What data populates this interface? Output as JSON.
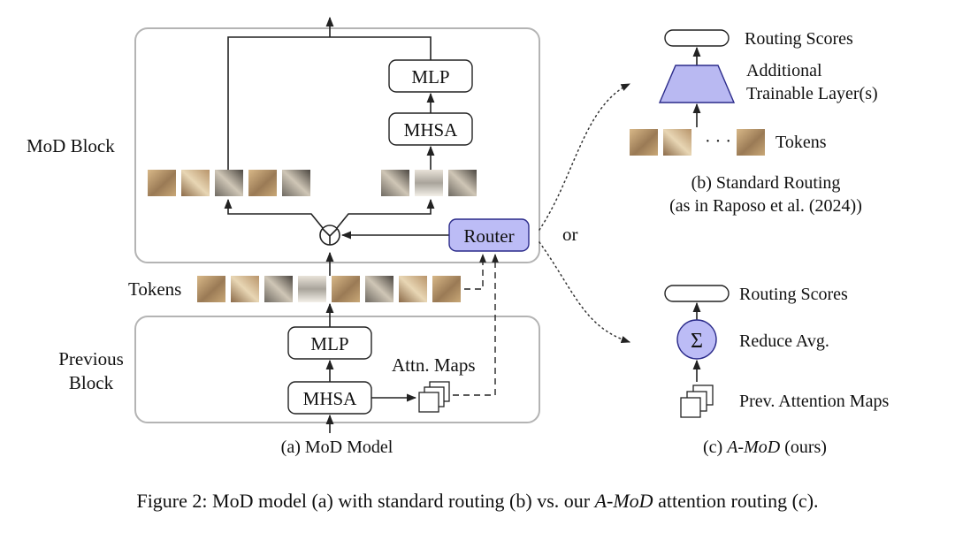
{
  "left": {
    "mod_block_label": "MoD Block",
    "previous_block_label_line1": "Previous",
    "previous_block_label_line2": "Block",
    "tokens_label": "Tokens",
    "mlp_label": "MLP",
    "mhsa_label": "MHSA",
    "router_label": "Router",
    "attn_maps_label": "Attn. Maps",
    "caption": "(a) MoD Model"
  },
  "or_label": "or",
  "standard": {
    "routing_scores_label": "Routing Scores",
    "layer_label_line1": "Additional",
    "layer_label_line2": "Trainable Layer(s)",
    "ellipsis": "· · ·",
    "tokens_label": "Tokens",
    "caption_line1": "(b) Standard Routing",
    "caption_line2": "(as in Raposo et al. (2024))"
  },
  "amod": {
    "routing_scores_label": "Routing Scores",
    "sum_symbol": "Σ",
    "reduce_label": "Reduce Avg.",
    "prev_maps_label": "Prev. Attention Maps",
    "caption_prefix": "(c) ",
    "caption_em": "A-MoD",
    "caption_suffix": " (ours)"
  },
  "figure_caption": {
    "prefix": "Figure 2: MoD model (a) with standard routing (b) vs. our ",
    "em": "A-MoD",
    "suffix": " attention routing (c)."
  },
  "colors": {
    "router_fill": "#bcbcf6",
    "router_stroke": "#2b2b8a",
    "layer_fill": "#b9b9f2",
    "frame_stroke": "#b4b4b4"
  },
  "icons": {
    "token_tile": "cat-image-patch-icon",
    "router_merge": "merge-circle-icon",
    "attention_maps": "stacked-maps-icon"
  }
}
